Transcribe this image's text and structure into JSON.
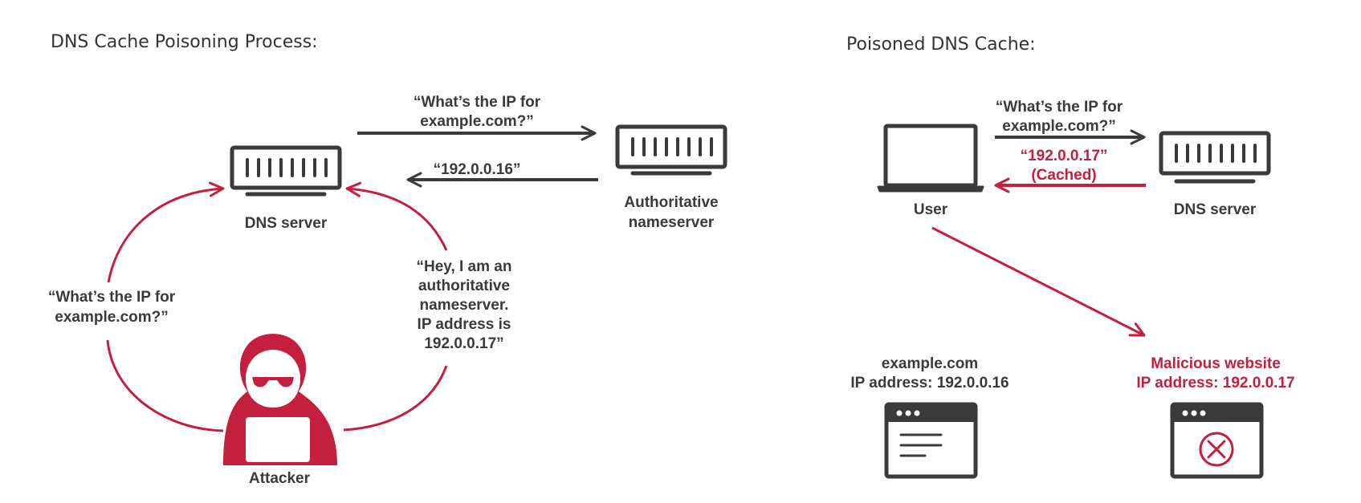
{
  "left_panel": {
    "title": "DNS Cache Poisoning Process:",
    "dns_server_label": "DNS server",
    "auth_label_1": "Authoritative",
    "auth_label_2": "nameserver",
    "query_line_1": "“What’s the IP for",
    "query_line_2": "example.com?”",
    "response_text": "“192.0.0.16”",
    "attacker_query_line_1": "“What’s the IP for",
    "attacker_query_line_2": "example.com?”",
    "spoof_line_1": "“Hey, I am an",
    "spoof_line_2": "authoritative",
    "spoof_line_3": "nameserver.",
    "spoof_line_4": "IP address is",
    "spoof_line_5": "192.0.0.17”",
    "attacker_label": "Attacker"
  },
  "right_panel": {
    "title": "Poisoned DNS Cache:",
    "user_label": "User",
    "dns_server_label": "DNS server",
    "query_line_1": "“What’s the IP for",
    "query_line_2": "example.com?”",
    "cached_line_1": "“192.0.0.17”",
    "cached_line_2": "(Cached)",
    "legit_site_line_1": "example.com",
    "legit_site_line_2": "IP address: 192.0.0.16",
    "malicious_site_line_1": "Malicious website",
    "malicious_site_line_2": "IP address: 192.0.0.17"
  },
  "colors": {
    "dark": "#3a3a3a",
    "accent_red": "#c41f3e",
    "background": "#ffffff"
  },
  "icons": [
    "server-icon",
    "laptop-icon",
    "hacker-icon",
    "browser-window-icon",
    "error-x-icon",
    "arrow-right-icon",
    "arrow-left-icon"
  ]
}
